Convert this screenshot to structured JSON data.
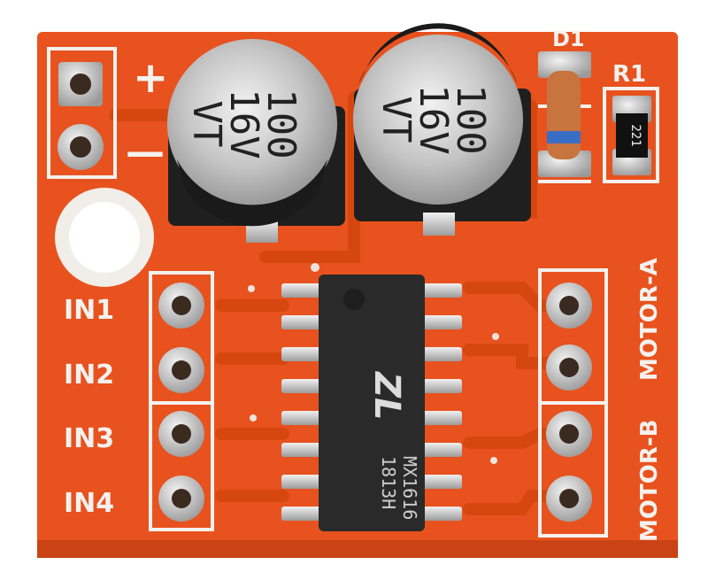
{
  "board": {
    "plus_sign": "+",
    "minus_sign": "—",
    "input_labels": [
      "IN1",
      "IN2",
      "IN3",
      "IN4"
    ],
    "motor_a_label": "MOTOR-A",
    "motor_b_label": "MOTOR-B",
    "diode_label": "D1",
    "resistor_label": "R1",
    "resistor_code": "221",
    "capacitor_left": {
      "line1": "100",
      "line2": "16V",
      "line3": "VT"
    },
    "capacitor_right": {
      "line1": "100",
      "line2": "16V",
      "line3": "VT"
    },
    "chip_line1": "MX1616",
    "chip_line2": "1813H",
    "chip_logo": "ZL"
  },
  "colors": {
    "pcb": "#e8521e",
    "pcb_trace": "#d9460f",
    "silkscreen": "#f4f1ee",
    "pad": "#c9c9c9",
    "chip": "#2a2a2a",
    "capacitor": "#bfbfbf"
  }
}
